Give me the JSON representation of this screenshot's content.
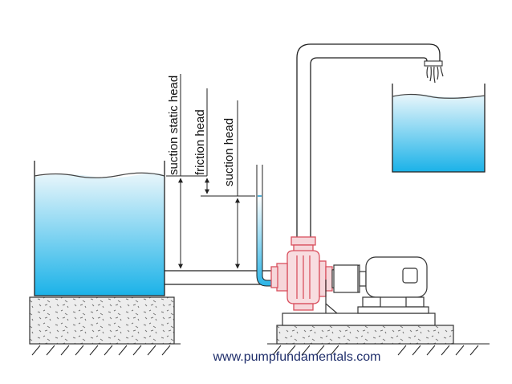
{
  "labels": {
    "suction_static_head": "suction static head",
    "friction_head": "friction head",
    "suction_head": "suction head"
  },
  "website": "www.pumpfundamentals.com",
  "colors": {
    "water_top": "#e9f6fb",
    "water_bottom": "#1bb2e8",
    "pump": "#e06070",
    "pump_fill": "#f6d6da",
    "concrete": "#ececec",
    "url": "#1f2e6b"
  }
}
